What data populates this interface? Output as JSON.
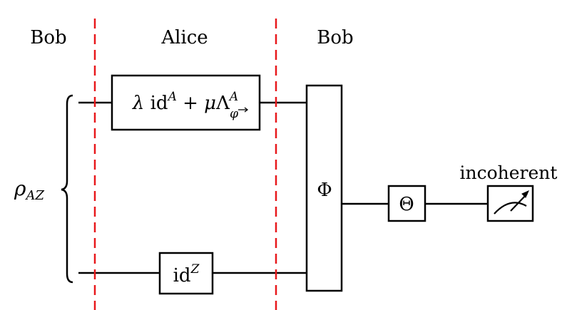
{
  "regions": {
    "left_party": "Bob",
    "middle_party": "Alice",
    "right_party": "Bob"
  },
  "state": {
    "base": "ρ",
    "subscript": "AZ"
  },
  "gate_top": {
    "coef_lambda": "λ",
    "id_text": "id",
    "id_sup": "A",
    "plus": "+",
    "coef_mu": "μ",
    "channel": "Λ",
    "channel_sup": "A",
    "channel_sub": "φ"
  },
  "gate_bottom": {
    "id_text": "id",
    "id_sup": "Z"
  },
  "gate_phi": {
    "label": "Φ"
  },
  "gate_theta": {
    "label": "Θ"
  },
  "measurement": {
    "label": "incoherent"
  },
  "colors": {
    "divider": "#e8191c",
    "line": "#000000",
    "background": "#ffffff"
  }
}
